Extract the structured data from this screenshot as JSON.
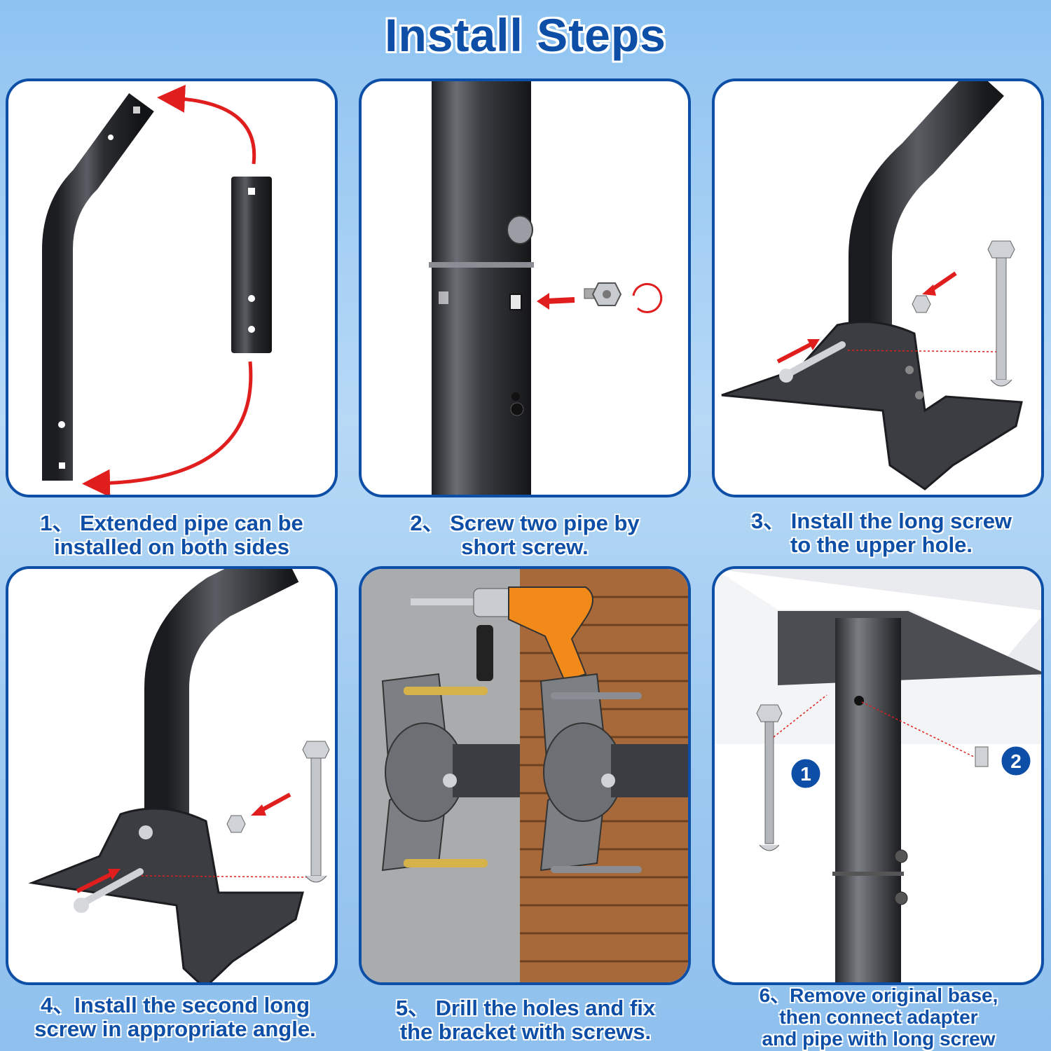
{
  "header": {
    "title": "Install Steps"
  },
  "steps": [
    {
      "line1": "1、 Extended pipe can be",
      "line2": "installed on both sides"
    },
    {
      "line1": "2、 Screw two pipe by",
      "line2": "short screw."
    },
    {
      "line1": "3、 Install the long screw",
      "line2": "to the upper hole."
    },
    {
      "line1": "4、Install the second long",
      "line2": "screw in appropriate angle."
    },
    {
      "line1": "5、 Drill the holes and fix",
      "line2": "the bracket with screws."
    },
    {
      "line1": "6、Remove original base,",
      "line2": "then connect adapter",
      "line3": "and pipe with long screw"
    }
  ],
  "markers": {
    "one": "1",
    "two": "2"
  },
  "colors": {
    "frame": "#0d4ea6",
    "arrow": "#e01e1e",
    "pipe": "#2b2d31",
    "drill": "#f28a1a"
  }
}
